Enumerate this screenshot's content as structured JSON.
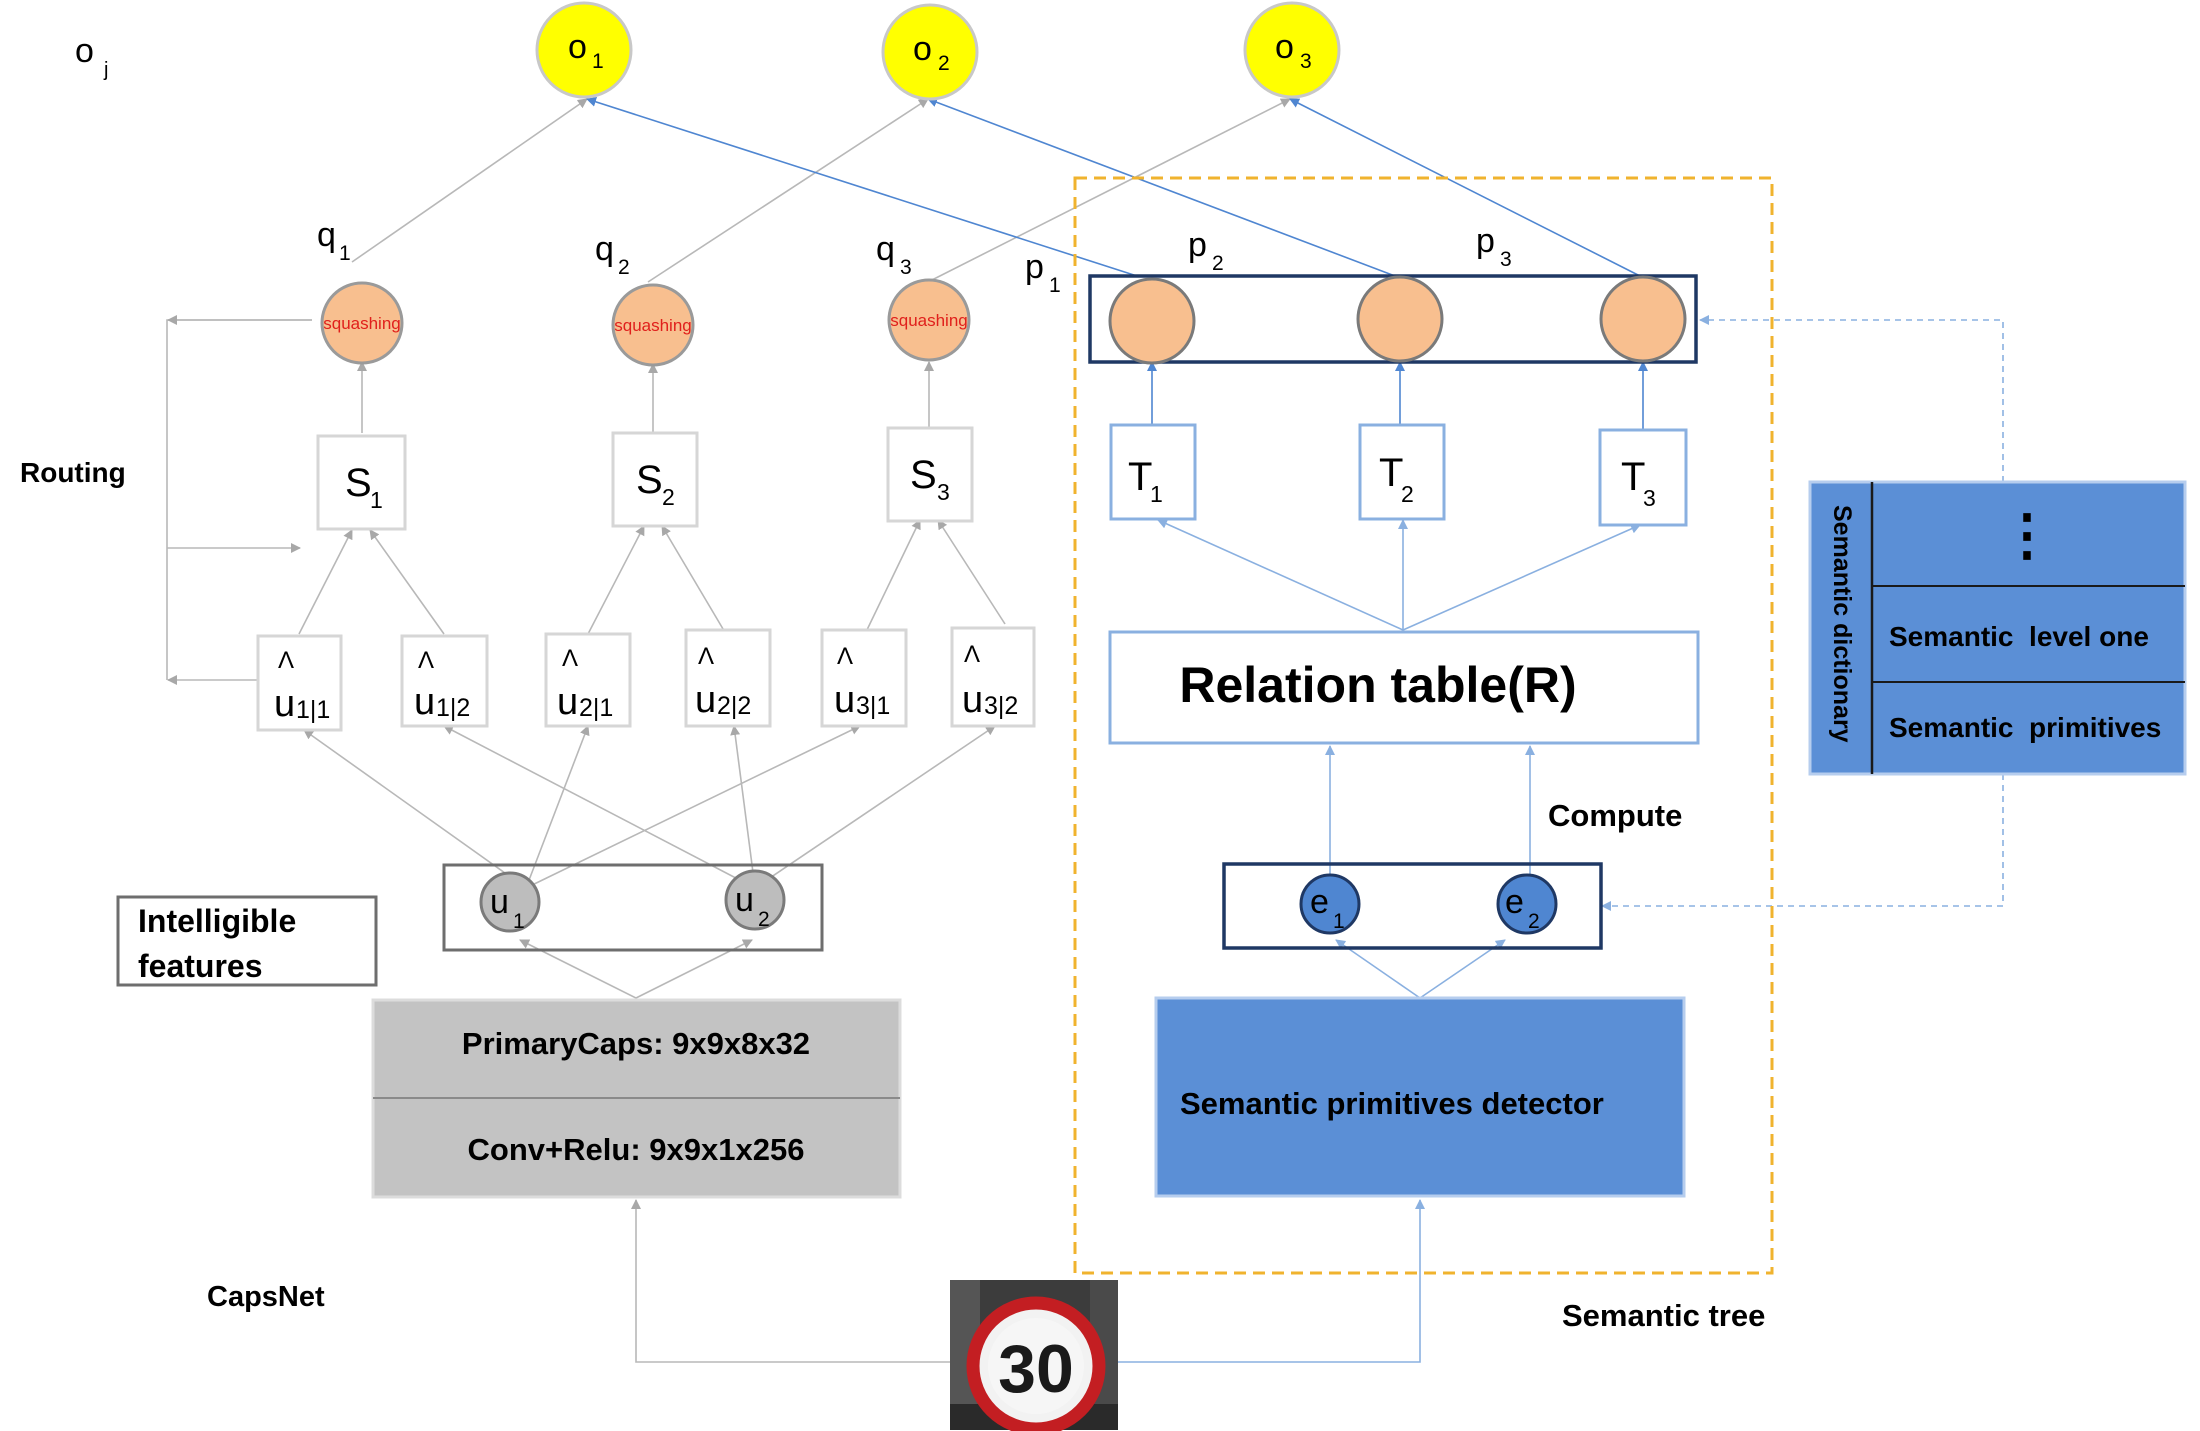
{
  "outputs": {
    "label": "o",
    "label_sub": "j",
    "nodes": [
      {
        "main": "o",
        "sub": "1"
      },
      {
        "main": "o",
        "sub": "2"
      },
      {
        "main": "o",
        "sub": "3"
      }
    ]
  },
  "capsnet": {
    "title": "CapsNet",
    "routing_label": "Routing",
    "q_labels": [
      {
        "main": "q",
        "sub": "1"
      },
      {
        "main": "q",
        "sub": "2"
      },
      {
        "main": "q",
        "sub": "3"
      }
    ],
    "squash_label": "squashing",
    "s_boxes": [
      {
        "main": "S",
        "sub": "1"
      },
      {
        "main": "S",
        "sub": "2"
      },
      {
        "main": "S",
        "sub": "3"
      }
    ],
    "hat_symbol": "Λ",
    "u_hat_boxes": [
      {
        "main": "u",
        "sub": "1|1"
      },
      {
        "main": "u",
        "sub": "1|2"
      },
      {
        "main": "u",
        "sub": "2|1"
      },
      {
        "main": "u",
        "sub": "2|2"
      },
      {
        "main": "u",
        "sub": "3|1"
      },
      {
        "main": "u",
        "sub": "3|2"
      }
    ],
    "u_nodes": [
      {
        "main": "u",
        "sub": "1"
      },
      {
        "main": "u",
        "sub": "2"
      }
    ],
    "intelligible_features": [
      "Intelligible",
      "features"
    ],
    "primary_caps": "PrimaryCaps: 9x9x8x32",
    "conv_relu": "Conv+Relu: 9x9x1x256"
  },
  "semantic_tree": {
    "title": "Semantic tree",
    "p_labels": [
      {
        "main": "p",
        "sub": "1"
      },
      {
        "main": "p",
        "sub": "2"
      },
      {
        "main": "p",
        "sub": "3"
      }
    ],
    "t_boxes": [
      {
        "main": "T",
        "sub": "1"
      },
      {
        "main": "T",
        "sub": "2"
      },
      {
        "main": "T",
        "sub": "3"
      }
    ],
    "relation_table": "Relation table(R)",
    "compute_label": "Compute",
    "e_nodes": [
      {
        "main": "e",
        "sub": "1"
      },
      {
        "main": "e",
        "sub": "2"
      }
    ],
    "detector": "Semantic primitives detector"
  },
  "semantic_dictionary": {
    "title": "Semantic dictionary",
    "rows": [
      "⋮",
      "Semantic  level one",
      "Semantic  primitives"
    ]
  },
  "input_image": {
    "sign_text": "30"
  },
  "colors": {
    "output_fill": "#ffff00",
    "squash_fill": "#f8bf8f",
    "blue_fill": "#5b8fd6",
    "dashed_frame": "#f0b32e",
    "gray_box": "#c3c3c3",
    "u_node_fill": "#bdbdbd"
  }
}
